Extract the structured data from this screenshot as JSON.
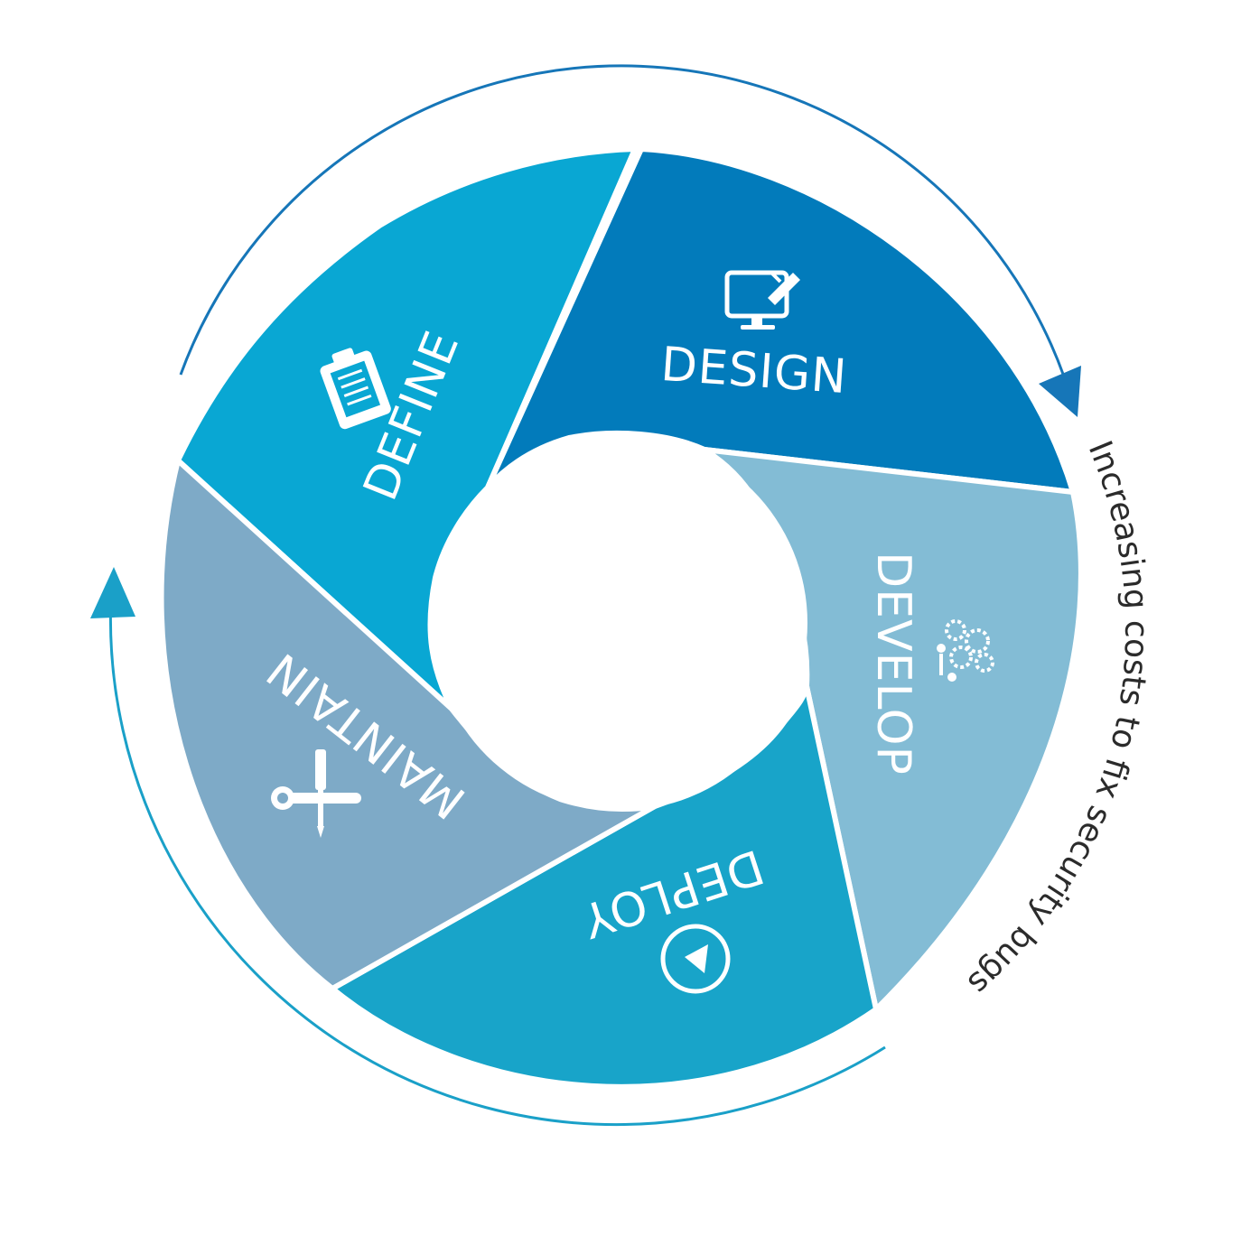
{
  "stages": [
    {
      "id": "define",
      "label": "DEFINE",
      "icon": "clipboard-icon",
      "color": "#09a7d3"
    },
    {
      "id": "design",
      "label": "DESIGN",
      "icon": "monitor-pencil-icon",
      "color": "#027bbb"
    },
    {
      "id": "develop",
      "label": "DEVELOP",
      "icon": "gears-team-icon",
      "color": "#83bcd5"
    },
    {
      "id": "deploy",
      "label": "DEPLOY",
      "icon": "play-compass-icon",
      "color": "#18a4c9"
    },
    {
      "id": "maintain",
      "label": "MAINTAIN",
      "icon": "tools-icon",
      "color": "#7eaac7"
    }
  ],
  "cost_note": "Increasing costs to fix security bugs",
  "colors": {
    "arrow_top": "#1676b8",
    "arrow_bottom": "#1aa0c8",
    "label_text": "#ffffff",
    "note_text": "#2b2b2b"
  }
}
